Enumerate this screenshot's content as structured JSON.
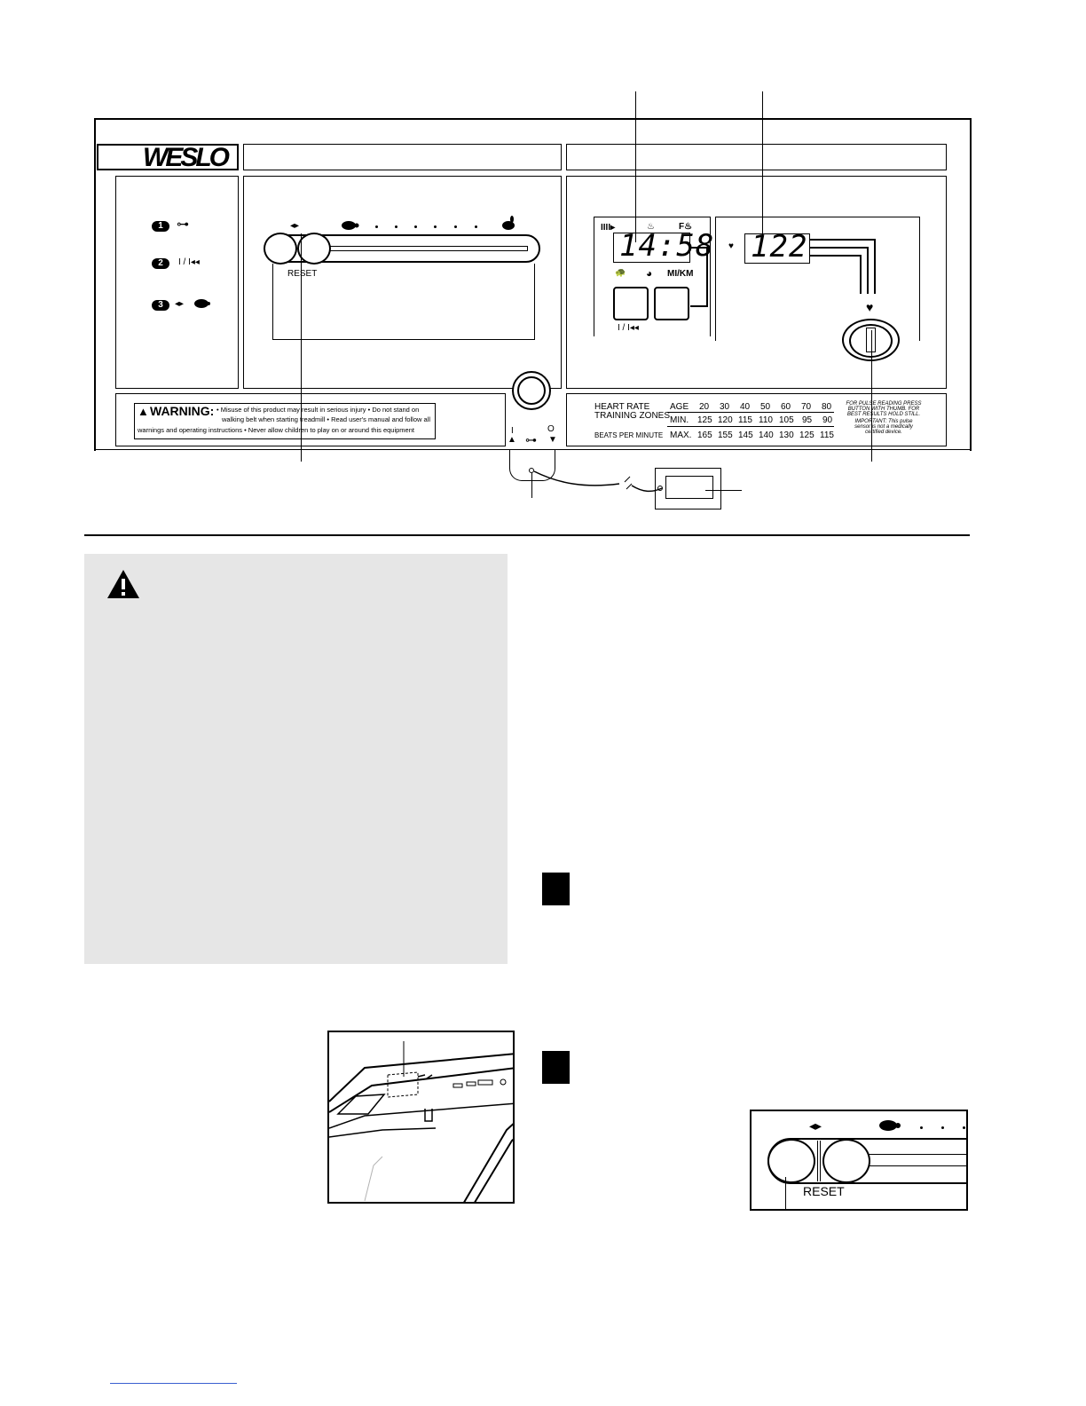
{
  "console": {
    "brand": "WESLO",
    "steps": [
      {
        "number": "1",
        "icon": "key-icon"
      },
      {
        "number": "2",
        "label": "I / I◂◂"
      },
      {
        "number": "3",
        "icon": "speed-turtle-icon"
      }
    ],
    "speed_arrows": "◂▸",
    "reset_label": "RESET",
    "time_display": "14:58",
    "mi_km_label": "MI/KM",
    "start_label": "I / I◂◂",
    "pulse_display": "122",
    "warning": {
      "title": "WARNING:",
      "text_line1": "• Misuse of this product may result in serious injury • Do not stand on",
      "text_line2": "walking belt when starting treadmill • Read user's manual and follow all",
      "text_line3": "warnings and operating instructions • Never allow children to play on or around this equipment"
    },
    "key_labels": {
      "on": "I",
      "off": "O"
    },
    "heart_rate": {
      "title_line1": "HEART RATE",
      "title_line2": "TRAINING ZONES",
      "beats_label": "BEATS PER MINUTE",
      "age_label": "AGE",
      "min_label": "MIN.",
      "max_label": "MAX.",
      "ages": [
        "20",
        "30",
        "40",
        "50",
        "60",
        "70",
        "80"
      ],
      "min": [
        "125",
        "120",
        "115",
        "110",
        "105",
        "95",
        "90"
      ],
      "max": [
        "165",
        "155",
        "145",
        "140",
        "130",
        "125",
        "115"
      ]
    },
    "pulse_note": {
      "line1": "FOR PULSE READING PRESS",
      "line2": "BUTTON WITH THUMB. FOR",
      "line3": "BEST RESULTS HOLD STILL.",
      "line4": "IMPORTANT: This pulse",
      "line5": "sensor is not a medically",
      "line6": "certified device."
    }
  },
  "inset_reset": {
    "speed_arrows": "◂▸",
    "reset_label": "RESET"
  }
}
